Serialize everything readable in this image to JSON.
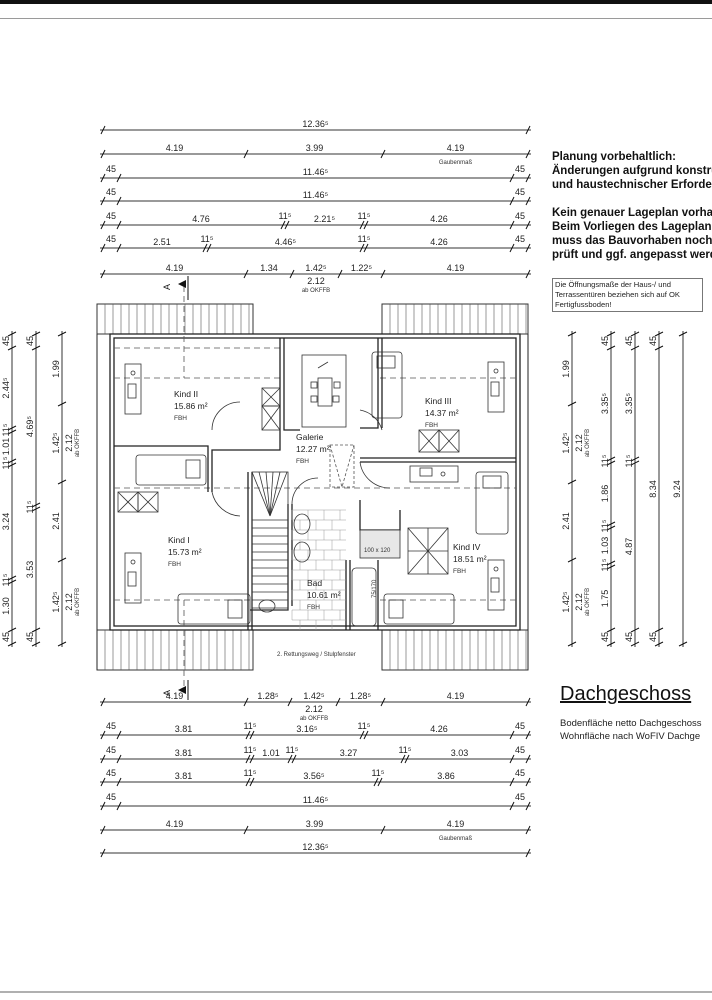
{
  "notes": {
    "planning_line1": "Planung vorbehaltlich:",
    "planning_line2": "Änderungen aufgrund konstru",
    "planning_line3": "und haustechnischer Erforder",
    "site_line1": "Kein genauer Lageplan vorha",
    "site_line2": "Beim Vorliegen des Lageplan",
    "site_line3": "muss das Bauvorhaben noch",
    "site_line4": "prüft und ggf. angepasst werd",
    "box_line1": "Die Öffnungsmaße der Haus-/ und",
    "box_line2": "Terrassentüren beziehen sich auf OK",
    "box_line3": "Fertigfussboden!"
  },
  "floor": {
    "title": "Dachgeschoss",
    "area_line1": "Bodenfläche netto Dachgeschoss",
    "area_line2": "Wohnfläche nach WoFIV Dachge"
  },
  "rooms": [
    {
      "name": "Kind II",
      "area": "15.86 m²",
      "floor": "FBH"
    },
    {
      "name": "Kind III",
      "area": "14.37 m²",
      "floor": "FBH"
    },
    {
      "name": "Galerie",
      "area": "12.27 m²",
      "floor": "FBH"
    },
    {
      "name": "Kind I",
      "area": "15.73 m²",
      "floor": "FBH"
    },
    {
      "name": "Kind IV",
      "area": "18.51 m²",
      "floor": "FBH"
    },
    {
      "name": "Bad",
      "area": "10.61 m²",
      "floor": "FBH"
    }
  ],
  "fixtures": {
    "shower": "100 x 120",
    "bathtub": "75/170",
    "escape_window": "2. Rettungsweg / Stulpfenster"
  },
  "section_marker": "A",
  "dimensions": {
    "top": [
      {
        "labels": [
          "12.36⁵"
        ]
      },
      {
        "labels": [
          "4.19",
          "3.99",
          "4.19"
        ],
        "sub": "Gaubenmaß"
      },
      {
        "labels": [
          "45",
          "11.46⁵",
          "45"
        ]
      },
      {
        "labels": [
          "45",
          "11.46⁵",
          "45"
        ]
      },
      {
        "labels": [
          "45",
          "4.76",
          "11⁵",
          "2.21⁵",
          "11⁵",
          "4.26",
          "45"
        ]
      },
      {
        "labels": [
          "45",
          "2.51",
          "11⁵",
          "4.46⁵",
          "11⁵",
          "4.26",
          "45"
        ]
      },
      {
        "labels": [
          "4.19",
          "1.34",
          "1.42⁵",
          "1.22⁵",
          "4.19"
        ],
        "sub": "2.12",
        "sub2": "ab OKFFB"
      }
    ],
    "bottom": [
      {
        "labels": [
          "4.19",
          "1.28⁵",
          "1.42⁵",
          "1.28⁵",
          "4.19"
        ],
        "sub": "2.12",
        "sub2": "ab OKFFB"
      },
      {
        "labels": [
          "45",
          "3.81",
          "11⁵",
          "3.16⁵",
          "11⁵",
          "4.26",
          "45"
        ]
      },
      {
        "labels": [
          "45",
          "3.81",
          "11⁵",
          "1.01",
          "11⁵",
          "3.27",
          "11⁵",
          "3.03",
          "45"
        ]
      },
      {
        "labels": [
          "45",
          "3.81",
          "11⁵",
          "3.56⁵",
          "11⁵",
          "3.86",
          "45"
        ]
      },
      {
        "labels": [
          "45",
          "11.46⁵",
          "45"
        ]
      },
      {
        "labels": [
          "4.19",
          "3.99",
          "4.19"
        ],
        "sub": "Gaubenmaß"
      },
      {
        "labels": [
          "12.36⁵"
        ]
      }
    ],
    "left": [
      {
        "labels": [
          "45",
          "2.44⁵",
          "11⁵",
          "1.01",
          "11⁵",
          "3.24",
          "11⁵",
          "1.30",
          "45"
        ]
      },
      {
        "labels": [
          "45",
          "4.69⁵",
          "11⁵",
          "3.53",
          "45"
        ]
      },
      {
        "labels": [
          "1.99",
          "1.42⁵",
          "2.41",
          "1.42⁵",
          "1.99"
        ],
        "sub": "2.12",
        "sub2": "ab OKFFB"
      }
    ],
    "right": [
      {
        "labels": [
          "1.99",
          "1.42⁵",
          "2.41",
          "1.42⁵",
          "1.99"
        ],
        "sub": "2.12",
        "sub2": "ab OKFFB"
      },
      {
        "labels": [
          "45",
          "3.35⁵",
          "11⁵",
          "1.86",
          "11⁵",
          "1.03",
          "11⁵",
          "1.75",
          "45"
        ]
      },
      {
        "labels": [
          "45",
          "3.35⁵",
          "11⁵",
          "4.87",
          "45"
        ]
      },
      {
        "labels": [
          "45",
          "8.34",
          "45"
        ]
      },
      {
        "labels": [
          "9.24"
        ]
      }
    ]
  }
}
